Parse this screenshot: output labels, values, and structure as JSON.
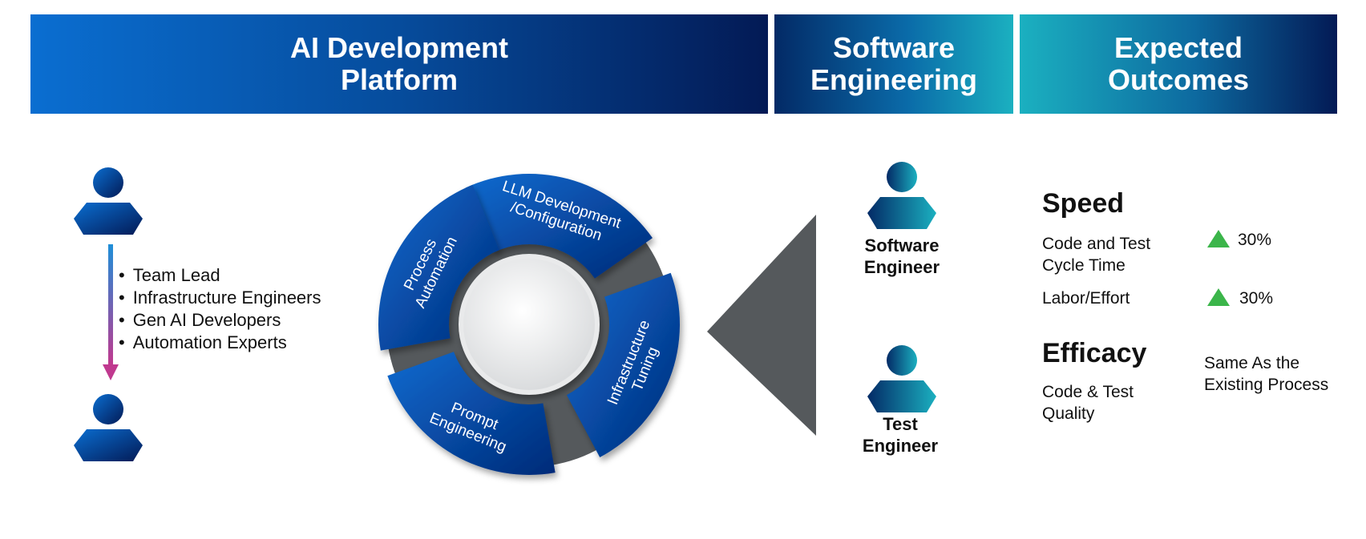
{
  "headers": {
    "platform": [
      "AI Development",
      "Platform"
    ],
    "software": [
      "Software",
      "Engineering"
    ],
    "outcomes": [
      "Expected",
      "Outcomes"
    ]
  },
  "team": {
    "roles": [
      "Team Lead",
      "Infrastructure Engineers",
      "Gen AI Developers",
      "Automation Experts"
    ]
  },
  "wheel": {
    "segments": [
      {
        "lines": [
          "LLM Development",
          "/Configuration"
        ]
      },
      {
        "lines": [
          "Infrastructure",
          "Tuning"
        ]
      },
      {
        "lines": [
          "Prompt",
          "Engineering"
        ]
      },
      {
        "lines": [
          "Process",
          "Automation"
        ]
      }
    ]
  },
  "engineers": {
    "software": [
      "Software",
      "Engineer"
    ],
    "test": [
      "Test",
      "Engineer"
    ]
  },
  "outcomes": {
    "speed": {
      "title": "Speed",
      "cycle_time": [
        "Code and Test",
        "Cycle Time"
      ],
      "cycle_pct": "30%",
      "labor": "Labor/Effort",
      "labor_pct": "30%"
    },
    "efficacy": {
      "title": "Efficacy",
      "quality": [
        "Code & Test",
        "Quality"
      ],
      "result": [
        "Same As the",
        "Existing Process"
      ]
    }
  },
  "colors": {
    "accent_blue": "#0a5bbf",
    "dark_navy": "#031a55",
    "teal": "#1bb0c0",
    "gray": "#55595c",
    "up_green": "#3bb54a"
  }
}
